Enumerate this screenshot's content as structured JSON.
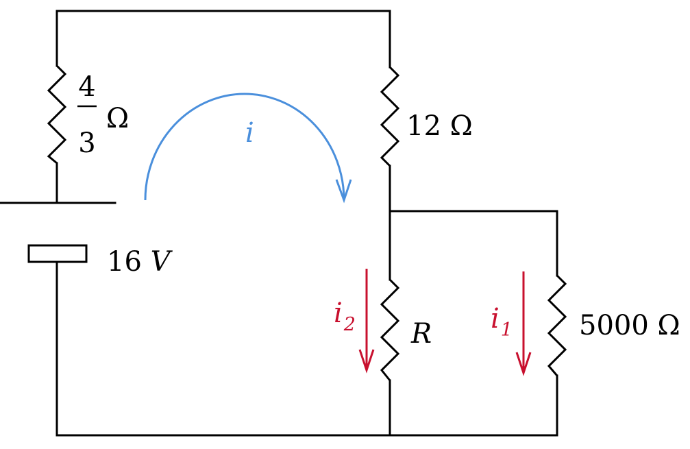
{
  "resistors": {
    "top_left": {
      "numerator": "4",
      "denominator": "3",
      "unit": "Ω"
    },
    "top_right": {
      "label": "12 Ω"
    },
    "middle": {
      "label": "R"
    },
    "right": {
      "label": "5000 Ω"
    }
  },
  "battery": {
    "value": "16",
    "unit": "V"
  },
  "currents": {
    "loop": {
      "symbol": "i",
      "color": "#4a8fdc"
    },
    "branch_r": {
      "symbol": "i",
      "subscript": "2",
      "color": "#c8102e"
    },
    "branch_5000": {
      "symbol": "i",
      "subscript": "1",
      "color": "#c8102e"
    }
  }
}
